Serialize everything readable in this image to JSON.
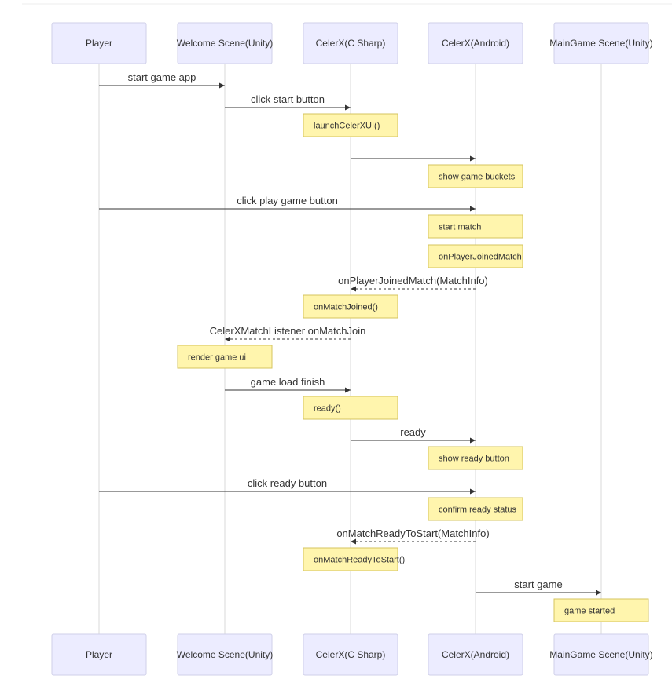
{
  "actors": [
    {
      "id": "player",
      "label": "Player"
    },
    {
      "id": "welcome",
      "label": "Welcome Scene(Unity)"
    },
    {
      "id": "csharp",
      "label": "CelerX(C Sharp)"
    },
    {
      "id": "android",
      "label": "CelerX(Android)"
    },
    {
      "id": "maingame",
      "label": "MainGame Scene(Unity)"
    }
  ],
  "steps": [
    {
      "kind": "message",
      "from": "player",
      "to": "welcome",
      "label": "start game app",
      "style": "solid"
    },
    {
      "kind": "message",
      "from": "welcome",
      "to": "csharp",
      "label": "click start button",
      "style": "solid"
    },
    {
      "kind": "note",
      "over": "csharp",
      "label": "launchCelerXUI()"
    },
    {
      "kind": "message",
      "from": "csharp",
      "to": "android",
      "label": "",
      "style": "solid"
    },
    {
      "kind": "note",
      "over": "android",
      "label": "show game buckets"
    },
    {
      "kind": "message",
      "from": "player",
      "to": "android",
      "label": "click play game button",
      "style": "solid"
    },
    {
      "kind": "note",
      "over": "android",
      "label": "start match"
    },
    {
      "kind": "note",
      "over": "android",
      "label": "onPlayerJoinedMatch"
    },
    {
      "kind": "message",
      "from": "android",
      "to": "csharp",
      "label": "onPlayerJoinedMatch(MatchInfo)",
      "style": "dashed"
    },
    {
      "kind": "note",
      "over": "csharp",
      "label": "onMatchJoined()"
    },
    {
      "kind": "message",
      "from": "csharp",
      "to": "welcome",
      "label": "CelerXMatchListener onMatchJoin",
      "style": "dashed"
    },
    {
      "kind": "note",
      "over": "welcome",
      "label": "render game ui"
    },
    {
      "kind": "message",
      "from": "welcome",
      "to": "csharp",
      "label": "game load finish",
      "style": "solid"
    },
    {
      "kind": "note",
      "over": "csharp",
      "label": "ready()"
    },
    {
      "kind": "message",
      "from": "csharp",
      "to": "android",
      "label": "ready",
      "style": "solid"
    },
    {
      "kind": "note",
      "over": "android",
      "label": "show ready button"
    },
    {
      "kind": "message",
      "from": "player",
      "to": "android",
      "label": "click ready button",
      "style": "solid"
    },
    {
      "kind": "note",
      "over": "android",
      "label": "confirm ready status"
    },
    {
      "kind": "message",
      "from": "android",
      "to": "csharp",
      "label": "onMatchReadyToStart(MatchInfo)",
      "style": "dashed"
    },
    {
      "kind": "note",
      "over": "csharp",
      "label": "onMatchReadyToStart()"
    },
    {
      "kind": "message",
      "from": "android",
      "to": "maingame",
      "label": "start game",
      "style": "solid"
    },
    {
      "kind": "note",
      "over": "maingame",
      "label": "game started"
    }
  ]
}
